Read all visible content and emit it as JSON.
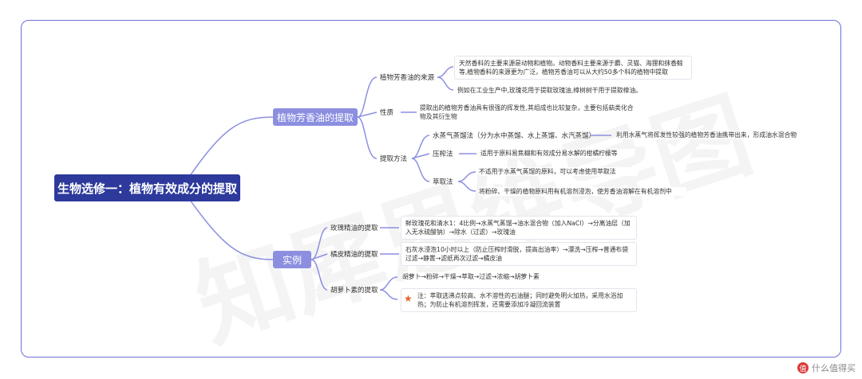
{
  "root": "生物选修一：植物有效成分的提取",
  "branches": {
    "extract": {
      "label": "植物芳香油的提取",
      "source": {
        "label": "植物芳香油的来源",
        "leaf1": "天然香料的主要来源是动物和植物。动物香料主要来源于麝、灵猫、海狸和抹香鲸等,植物香料的来源更为广泛，植物芳香油可以从大约50多个科的植物中提取",
        "leaf2": "例如在工业生产中,玫瑰花用于提取玫瑰油,樟树树干用于提取樟油。"
      },
      "property": {
        "label": "性质",
        "leaf": "提取出的植物芳香油具有很强的挥发性,其组成也比较复杂，主要包括萜类化合物及其衍生物"
      },
      "method": {
        "label": "提取方法",
        "steam": {
          "label": "水蒸气蒸馏法（分为水中蒸馏、水上蒸馏、水汽蒸馏）",
          "leaf": "利用水蒸气将挥发性较强的植物芳香油携带出来，形成油水混合物"
        },
        "press": {
          "label": "压榨法",
          "leaf": "适用于原料易焦糊和有效成分易水解的柑橘柠檬等"
        },
        "solvent": {
          "label": "萃取法",
          "leaf1": "不适用于水蒸气蒸馏的原料，可以考虑使用萃取法",
          "leaf2": "将粉碎、干燥的植物原料用有机溶剂浸泡，使芳香油溶解在有机溶剂中"
        }
      }
    },
    "examples": {
      "label": "实例",
      "rose": {
        "label": "玫瑰精油的提取",
        "leaf": "鲜玫瑰花和清水1：4比例→水蒸气蒸馏→油水混合物（加入NaCl）→分离油层（加入无水硫酸钠）→除水（过滤）→玫瑰油"
      },
      "orange": {
        "label": "橘皮精油的提取",
        "leaf": "石灰水浸泡10小时以上（防止压榨时滑脱，提高出油率）→漂洗→压榨→普通布袋过滤→静置→滤纸再次过滤→橘皮油"
      },
      "carotene": {
        "label": "胡萝卜素的提取",
        "leaf1": "胡萝卜→粉碎→干燥→萃取→过滤→浓缩→胡萝卜素",
        "leaf2": "注：萃取选沸点较高、水不溶性的石油醚；同时避免明火加热，采用水浴加热；为防止有机溶剂挥发，还需要添加冷凝回流装置"
      }
    }
  },
  "watermark": "知犀思维导图",
  "badge": {
    "icon": "值",
    "text": "什么值得买"
  },
  "colors": {
    "frame": "#6b6fd8",
    "root": "#2d3a9c",
    "branch": "#8c8fe0",
    "link": "#8c8fe0"
  },
  "icons": {
    "note": "star-icon"
  }
}
